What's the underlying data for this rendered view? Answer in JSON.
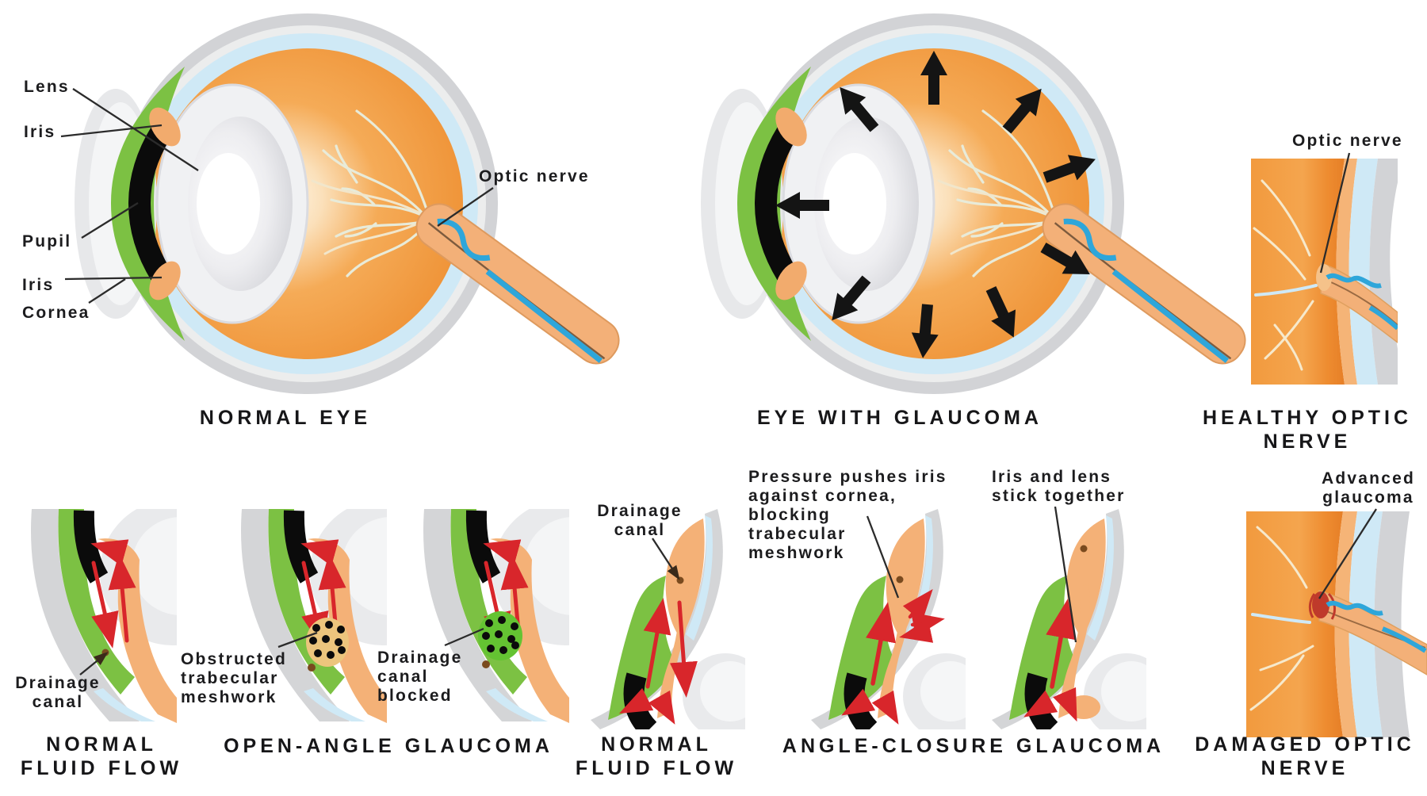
{
  "panels": {
    "normal_eye": {
      "title": "NORMAL EYE",
      "labels": {
        "lens": "Lens",
        "iris_top": "Iris",
        "pupil": "Pupil",
        "iris_bottom": "Iris",
        "cornea": "Cornea",
        "optic_nerve": "Optic nerve"
      }
    },
    "eye_with_glaucoma": {
      "title": "EYE WITH GLAUCOMA"
    },
    "healthy_optic_nerve": {
      "title": "HEALTHY OPTIC\nNERVE",
      "labels": {
        "optic_nerve": "Optic nerve"
      }
    },
    "normal_fluid_flow_left": {
      "title": "NORMAL\nFLUID FLOW",
      "labels": {
        "drainage_canal": "Drainage\ncanal"
      }
    },
    "open_angle_glaucoma": {
      "title": "OPEN-ANGLE GLAUCOMA",
      "labels": {
        "obstructed_trabecular_meshwork": "Obstructed\ntrabecular\nmeshwork",
        "drainage_canal_blocked": "Drainage\ncanal\nblocked"
      }
    },
    "normal_fluid_flow_center": {
      "title": "NORMAL\nFLUID FLOW",
      "labels": {
        "drainage_canal": "Drainage\ncanal"
      }
    },
    "angle_closure_glaucoma": {
      "title": "ANGLE-CLOSURE GLAUCOMA",
      "labels": {
        "pressure_pushes_iris": "Pressure pushes iris\nagainst cornea,\nblocking\ntrabecular\nmeshwork",
        "iris_lens_stick": "Iris and lens\nstick together"
      }
    },
    "damaged_optic_nerve": {
      "title": "DAMAGED OPTIC\nNERVE",
      "labels": {
        "advanced_glaucoma": "Advanced\nglaucoma"
      }
    }
  },
  "colors": {
    "background": "#ffffff",
    "sclera_gray": "#d2d3d6",
    "sclera_inner": "#eceded",
    "cornea_blue": "#cfe9f6",
    "vitreous_orange": "#f09a3e",
    "iris_green": "#7cc143",
    "pupil_black": "#0b0b0b",
    "iris_tan": "#f3b078",
    "nerve_vessel_blue": "#2ea6da",
    "fluid_arrow_red": "#d8262b",
    "pressure_arrow_black": "#141414",
    "label_text": "#1c1c1e",
    "drain_dot_brown": "#7a4a1e"
  }
}
